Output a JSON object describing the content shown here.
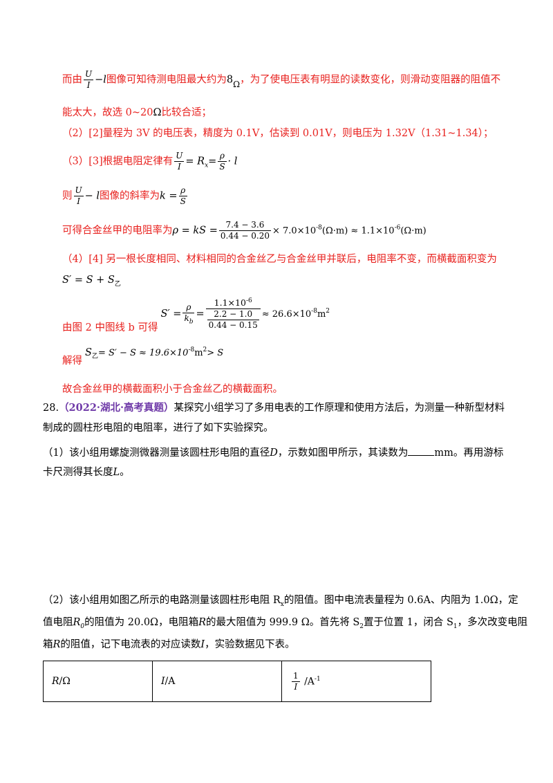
{
  "solution": {
    "l1_prefix": "而由",
    "l1_frac_num": "U",
    "l1_frac_den": "I",
    "l1_after_frac": "−l",
    "l1_text": "图像可知待测电阻最大约为",
    "l1_value": "8",
    "l1_unit": "Ω",
    "l1_rest": "，为了使电压表有明显的读数变化，则滑动变阻器的阻值不",
    "l2_text": "能太大，故选 0~20",
    "l2_unit": "Ω",
    "l2_rest": "比较合适；",
    "l3": "（2）[2]量程为 3V 的电压表，精度为 0.1V，估读到 0.01V，则电压为 1.32V（1.31~1.34）；",
    "l4_prefix": "（3）[3]根据电阻定律有",
    "l4_frac_num": "U",
    "l4_frac_den": "I",
    "l4_eq": "= R",
    "l4_sub": "x",
    "l4_eq2": "=",
    "l4_frac2_num": "ρ",
    "l4_frac2_den": "S",
    "l4_tail": "· l",
    "l5_prefix": "则",
    "l5_frac_num": "U",
    "l5_frac_den": "I",
    "l5_mid": "− l",
    "l5_text": "图像的斜率为",
    "l5_k": "k =",
    "l5_frac2_num": "ρ",
    "l5_frac2_den": "S",
    "l6_prefix": "可得合金丝甲的电阻率为",
    "l6_eq": "ρ = kS =",
    "l6_frac_num": "7.4 − 3.6",
    "l6_frac_den": "0.44 − 0.20",
    "l6_mul": "× 7.0×10",
    "l6_exp": "-8",
    "l6_unit": "(Ω·m) ≈ 1.1×10",
    "l6_exp2": "-6",
    "l6_unit2": "(Ω·m)",
    "l7": "（4）[4] 另一根长度相同、材料相同的合金丝乙与合金丝甲并联后，电阻率不变，而横截面积变为",
    "l8_a": "S′ = S + S",
    "l8_sub": "乙",
    "l9_prefix": "由图 2 中图线 b 可得",
    "l9_s": "S′ =",
    "l9_frac_num": "ρ",
    "l9_frac_den_k": "k",
    "l9_frac_den_sub": "b",
    "l9_eq": "=",
    "l9_big_num": "1.1×10",
    "l9_big_num_exp": "-6",
    "l9_inner_num": "2.2 − 1.0",
    "l9_inner_den": "0.44 − 0.15",
    "l9_result": "≈ 26.6×10",
    "l9_result_exp": "-8",
    "l9_result_unit": "m",
    "l9_result_unit_exp": "2",
    "l10_prefix": "解得",
    "l10_a": "S",
    "l10_sub": "乙",
    "l10_b": "= S′ − S ≈ 19.6×10",
    "l10_exp": "-8",
    "l10_c": "m",
    "l10_c_exp": "2",
    "l10_d": "> S",
    "l11": "故合金丝甲的横截面积小于合金丝乙的横截面积。"
  },
  "question": {
    "number": "28.",
    "source": "（2022·湖北·高考真题）",
    "q1_rest": "某探究小组学习了多用电表的工作原理和使用方法后，为测量一种新型材料",
    "q2": "制成的圆柱形电阻的电阻率，进行了如下实验探究。",
    "p1_a": "（1）该小组用螺旋测微器测量该圆柱形电阻的直径",
    "p1_D": "D",
    "p1_b": "，示数如图甲所示，其读数为",
    "p1_c": "mm。再用游标",
    "p1_line2_a": "卡尺测得其长度",
    "p1_L": "L",
    "p1_line2_b": "。",
    "p2_line1_a": "（2）该小组用如图乙所示的电路测量该圆柱形电阻 R",
    "p2_line1_sub": "x",
    "p2_line1_b": "的阻值。图中电流表量程为 0.6A、内阻为 1.0Ω，定",
    "p2_line2_a": "值电阻",
    "p2_line2_R0": "R",
    "p2_line2_R0_sub": "0",
    "p2_line2_b": "的阻值为 20.0Ω，电阻箱",
    "p2_line2_R": "R",
    "p2_line2_c": "的最大阻值为 999.9 Ω。首先将 S",
    "p2_line2_S2": "2",
    "p2_line2_d": "置于位置 1，闭合 S",
    "p2_line2_S1": "1",
    "p2_line2_e": "，多次改变电阻",
    "p2_line3_a": "箱",
    "p2_line3_R": "R",
    "p2_line3_b": "的阻值，记下电流表的对应读数",
    "p2_line3_I": "I",
    "p2_line3_c": "，实验数据见下表。"
  },
  "table": {
    "col1_it": "R",
    "col1_rest": "/Ω",
    "col2_it": "I",
    "col2_rest": "/A",
    "col3_num": "1",
    "col3_den": "I",
    "col3_unit": "/A",
    "col3_exp": "-1"
  }
}
